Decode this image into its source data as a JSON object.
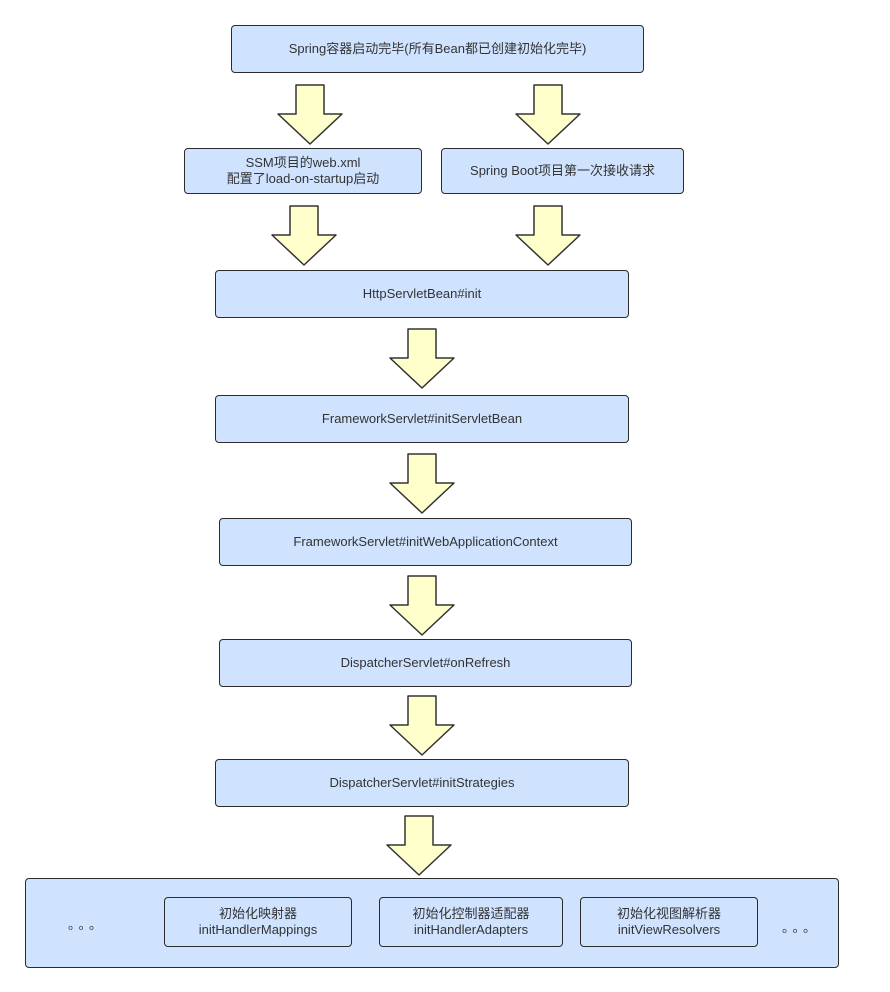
{
  "nodes": {
    "spring_container": "Spring容器启动完毕(所有Bean都已创建初始化完毕)",
    "ssm_line1": "SSM项目的web.xml",
    "ssm_line2": "配置了load-on-startup启动",
    "spring_boot": "Spring Boot项目第一次接收请求",
    "http_servlet_bean_init": "HttpServletBean#init",
    "init_servlet_bean": "FrameworkServlet#initServletBean",
    "init_web_app_context": "FrameworkServlet#initWebApplicationContext",
    "on_refresh": "DispatcherServlet#onRefresh",
    "init_strategies": "DispatcherServlet#initStrategies"
  },
  "strategies": {
    "ellipsis_left": "。。。",
    "ellipsis_right": "。。。",
    "items": [
      {
        "line1": "初始化映射器",
        "line2": "initHandlerMappings"
      },
      {
        "line1": "初始化控制器适配器",
        "line2": "initHandlerAdapters"
      },
      {
        "line1": "初始化视图解析器",
        "line2": "initViewResolvers"
      }
    ]
  },
  "colors": {
    "box_fill": "#cfe3ff",
    "box_border": "#2b2b2b",
    "arrow_fill": "#ffffcc",
    "arrow_stroke": "#333333"
  }
}
